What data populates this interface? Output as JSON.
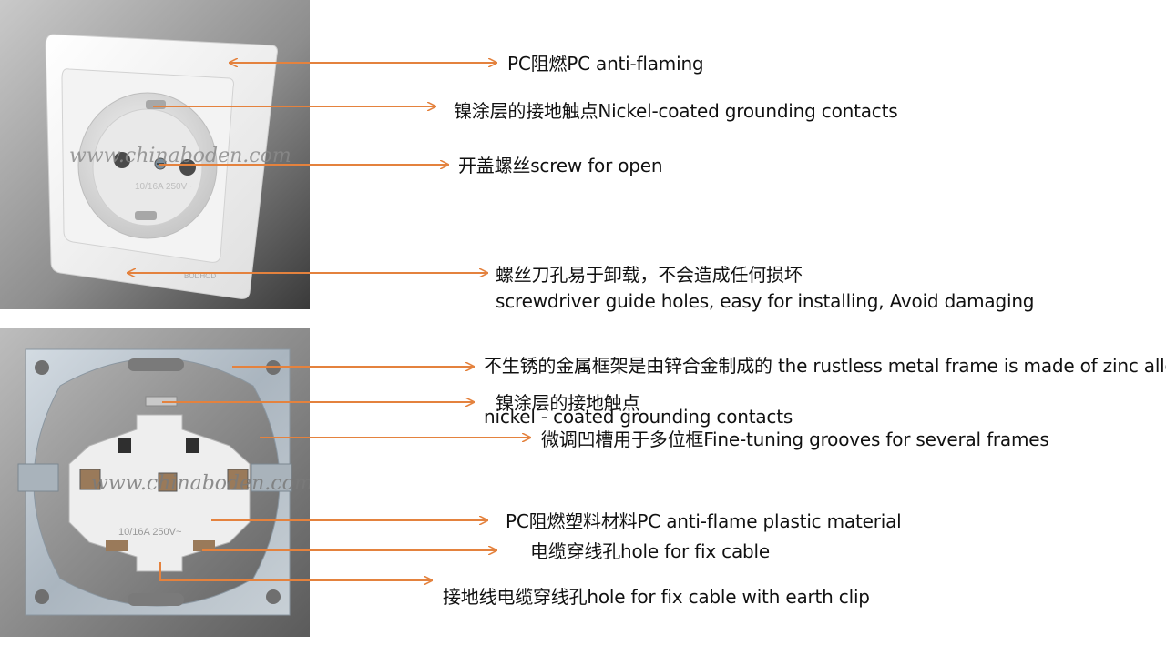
{
  "watermarks": {
    "top": "www.chinaboden.com",
    "bottom": "www.chinaboden.com"
  },
  "socket_print": {
    "brand": "BODHOD",
    "rating": "10/16A 250V~"
  },
  "colors": {
    "arrow": "#e4823e",
    "plate": "#f2f2f2",
    "metal": "#b9c3cc"
  },
  "labels": {
    "top": [
      "PC阻燃PC anti-flaming",
      "镍涂层的接地触点Nickel-coated grounding contacts",
      "开盖螺丝screw for open",
      "螺丝刀孔易于卸载，不会造成任何损坏",
      "screwdriver guide holes, easy for installing,   Avoid damaging"
    ],
    "bottom": [
      "不生锈的金属框架是由锌合金制成的 the rustless metal frame is made of zinc alloy",
      "镍涂层的接地触点",
      "nickel - coated grounding contacts",
      "微调凹槽用于多位框Fine-tuning grooves for several frames",
      "PC阻燃塑料材料PC anti-flame plastic material",
      "电缆穿线孔hole for fix cable",
      "接地线电缆穿线孔hole for fix cable with earth clip"
    ]
  }
}
